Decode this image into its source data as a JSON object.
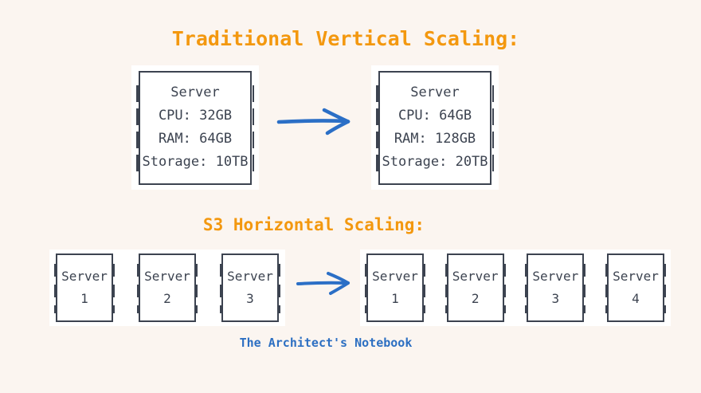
{
  "colors": {
    "bg": "#FBF5F0",
    "panel": "#FFFFFF",
    "ink": "#3C4350",
    "accent_orange": "#F3980F",
    "accent_blue": "#2C6FC2",
    "arrow_blue": "#2B6FC6"
  },
  "icons": {
    "arrow_right": "→"
  },
  "vertical": {
    "title": "Traditional Vertical Scaling:",
    "before": {
      "lines": [
        "Server",
        "CPU: 32GB",
        "RAM: 64GB",
        "Storage: 10TB"
      ]
    },
    "after": {
      "lines": [
        "Server",
        "CPU: 64GB",
        "RAM: 128GB",
        "Storage: 20TB"
      ]
    }
  },
  "horizontal": {
    "title": "S3 Horizontal Scaling:",
    "before": [
      {
        "label": "Server",
        "num": "1"
      },
      {
        "label": "Server",
        "num": "2"
      },
      {
        "label": "Server",
        "num": "3"
      }
    ],
    "after": [
      {
        "label": "Server",
        "num": "1"
      },
      {
        "label": "Server",
        "num": "2"
      },
      {
        "label": "Server",
        "num": "3"
      },
      {
        "label": "Server",
        "num": "4"
      }
    ]
  },
  "footer": {
    "caption": "The Architect's Notebook"
  }
}
